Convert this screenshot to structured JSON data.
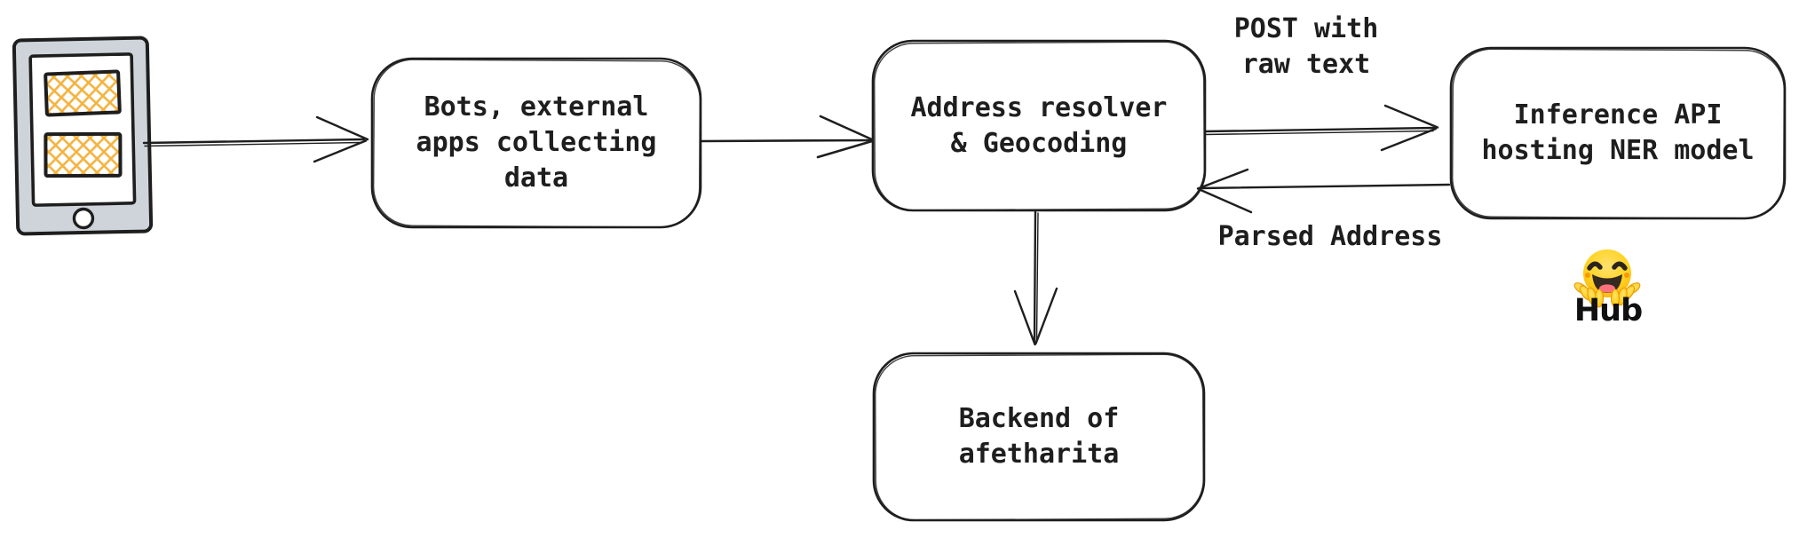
{
  "nodes": {
    "phone": {
      "icon": "mobile-phone-icon"
    },
    "bots": {
      "label": "Bots, external\napps collecting\ndata"
    },
    "resolver": {
      "label": "Address resolver\n& Geocoding"
    },
    "inference": {
      "label": "Inference API\nhosting NER model"
    },
    "backend": {
      "label": "Backend of\nafetharita"
    }
  },
  "edges": [
    {
      "from": "phone",
      "to": "bots",
      "label": ""
    },
    {
      "from": "bots",
      "to": "resolver",
      "label": ""
    },
    {
      "from": "resolver",
      "to": "inference",
      "label": "POST with\nraw text"
    },
    {
      "from": "inference",
      "to": "resolver",
      "label": "Parsed Address"
    },
    {
      "from": "resolver",
      "to": "backend",
      "label": ""
    }
  ],
  "edge_labels": {
    "post_raw_text": "POST with\nraw text",
    "parsed_address": "Parsed Address"
  },
  "hub": {
    "label": "Hub",
    "icon": "hugging-face-emoji"
  },
  "colors": {
    "stroke": "#1e1e1e",
    "background": "#ffffff",
    "phone_body": "#ced4da",
    "crosshatch": "#f3b33e",
    "emoji_yellow": "#ffd21e",
    "emoji_orange": "#ffa50b"
  }
}
